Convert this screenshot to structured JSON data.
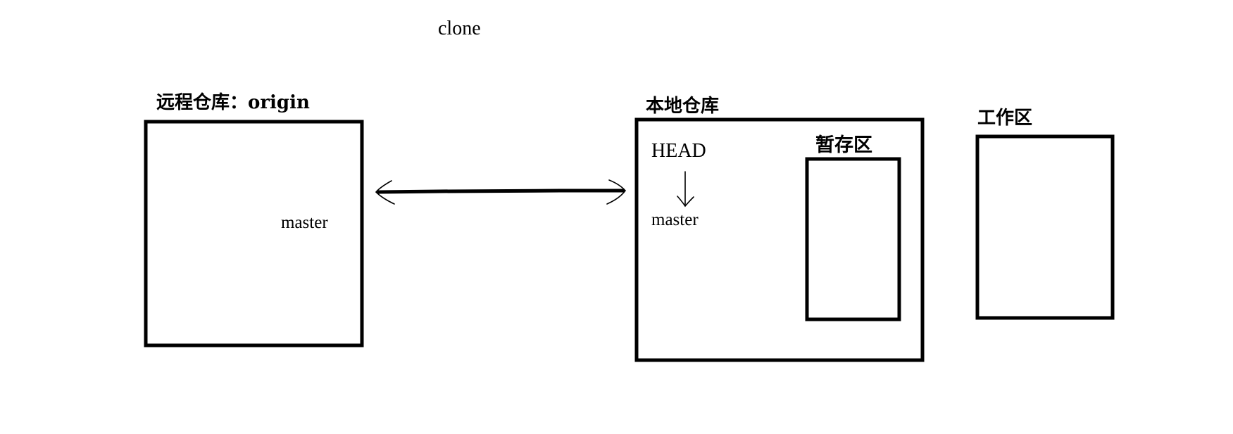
{
  "top_label": "clone",
  "remote": {
    "title": "远程仓库：origin",
    "branch": "master"
  },
  "local": {
    "title": "本地仓库",
    "head": "HEAD",
    "branch": "master",
    "staging": {
      "title": "暂存区"
    }
  },
  "workspace": {
    "title": "工作区"
  },
  "colors": {
    "stroke": "#000000",
    "background": "#ffffff"
  }
}
